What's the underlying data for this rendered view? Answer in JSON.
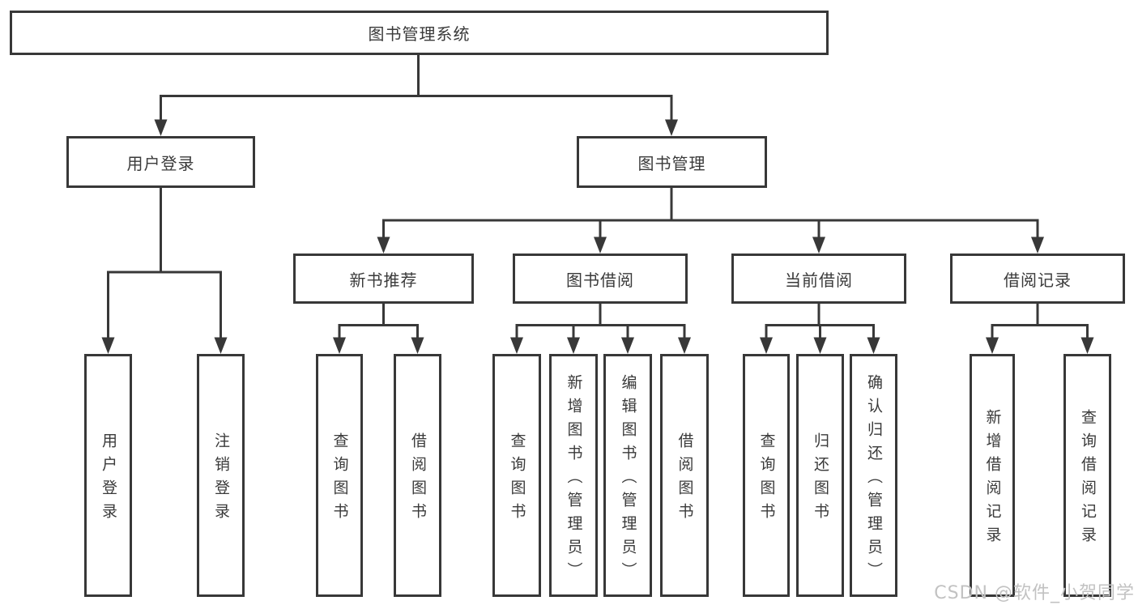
{
  "diagram": {
    "title_node": {
      "label": "图书管理系统"
    },
    "level2": [
      {
        "label": "用户登录"
      },
      {
        "label": "图书管理"
      }
    ],
    "level3": [
      {
        "label": "新书推荐"
      },
      {
        "label": "图书借阅"
      },
      {
        "label": "当前借阅"
      },
      {
        "label": "借阅记录"
      }
    ],
    "leaves": [
      {
        "label": "用户登录",
        "parent": "用户登录"
      },
      {
        "label": "注销登录",
        "parent": "用户登录"
      },
      {
        "label": "查询图书",
        "parent": "新书推荐"
      },
      {
        "label": "借阅图书",
        "parent": "新书推荐"
      },
      {
        "label": "查询图书",
        "parent": "图书借阅"
      },
      {
        "label": "新增图书（管理员）",
        "parent": "图书借阅"
      },
      {
        "label": "编辑图书（管理员）",
        "parent": "图书借阅"
      },
      {
        "label": "借阅图书",
        "parent": "图书借阅"
      },
      {
        "label": "查询图书",
        "parent": "当前借阅"
      },
      {
        "label": "归还图书",
        "parent": "当前借阅"
      },
      {
        "label": "确认归还（管理员）",
        "parent": "当前借阅"
      },
      {
        "label": "新增借阅记录",
        "parent": "借阅记录"
      },
      {
        "label": "查询借阅记录",
        "parent": "借阅记录"
      }
    ],
    "colors": {
      "line": "#383838",
      "text": "#3a3a3a",
      "bg": "#ffffff",
      "watermark": "#c2c2c2"
    }
  },
  "watermark": {
    "text": "CSDN @软件_小贺同学"
  }
}
